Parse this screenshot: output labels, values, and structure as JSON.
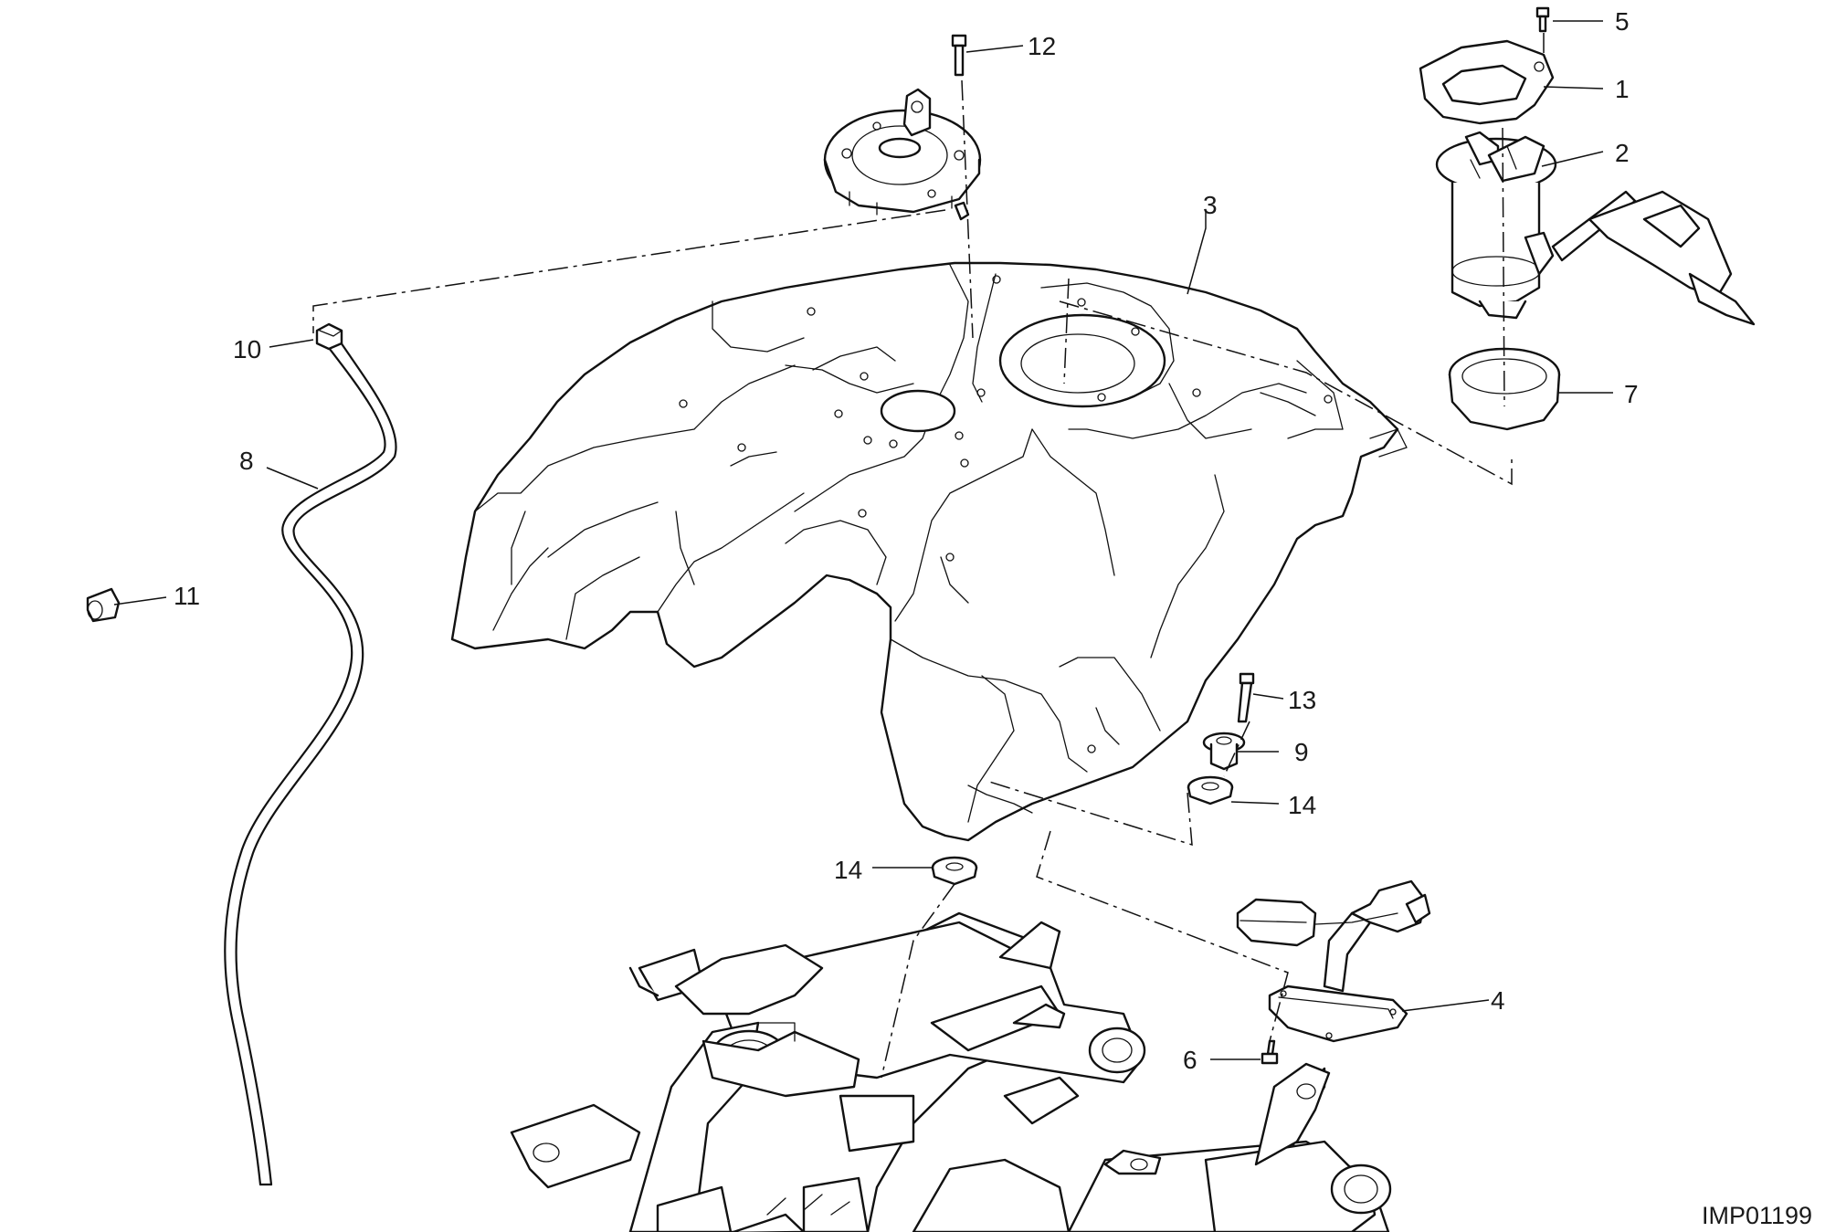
{
  "figure_code": "IMP01199",
  "parts": [
    {
      "id": "p1",
      "number": "1"
    },
    {
      "id": "p2",
      "number": "2"
    },
    {
      "id": "p3",
      "number": "3"
    },
    {
      "id": "p4",
      "number": "4"
    },
    {
      "id": "p5",
      "number": "5"
    },
    {
      "id": "p6",
      "number": "6"
    },
    {
      "id": "p7",
      "number": "7"
    },
    {
      "id": "p8",
      "number": "8"
    },
    {
      "id": "p9",
      "number": "9"
    },
    {
      "id": "p10",
      "number": "10"
    },
    {
      "id": "p11",
      "number": "11"
    },
    {
      "id": "p12",
      "number": "12"
    },
    {
      "id": "p13",
      "number": "13"
    },
    {
      "id": "p14a",
      "number": "14"
    },
    {
      "id": "p14b",
      "number": "14"
    }
  ]
}
